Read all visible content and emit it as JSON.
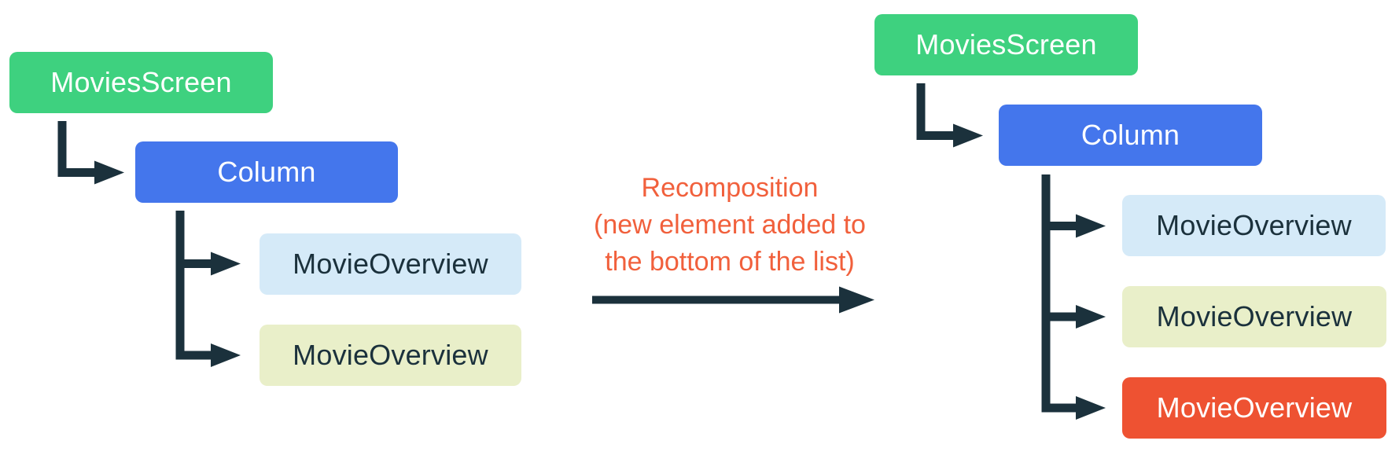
{
  "caption": {
    "line1": "Recomposition",
    "line2": "(new element added to",
    "line3": "the bottom of the list)"
  },
  "before_tree": {
    "root_label": "MoviesScreen",
    "container_label": "Column",
    "items": [
      {
        "label": "MovieOverview",
        "state": "existing"
      },
      {
        "label": "MovieOverview",
        "state": "existing"
      }
    ]
  },
  "after_tree": {
    "root_label": "MoviesScreen",
    "container_label": "Column",
    "items": [
      {
        "label": "MovieOverview",
        "state": "existing"
      },
      {
        "label": "MovieOverview",
        "state": "existing"
      },
      {
        "label": "MovieOverview",
        "state": "new"
      }
    ]
  },
  "colors": {
    "root_green": "#3ED17F",
    "column_blue": "#4476EC",
    "item_light_blue": "#D5EAF8",
    "item_pale_yellow": "#E9EFC9",
    "item_new_orange": "#EE5232",
    "connector_dark": "#1B313C",
    "caption_orange": "#F1603C",
    "background": "#ffffff"
  }
}
